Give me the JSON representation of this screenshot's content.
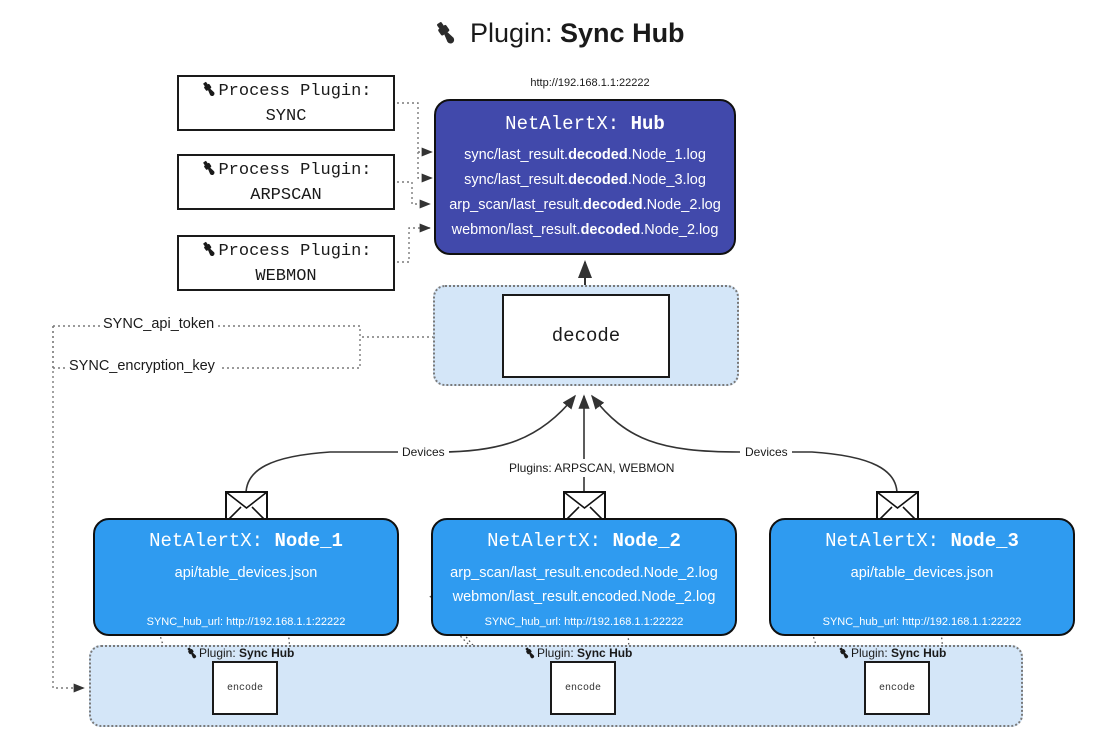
{
  "title": {
    "icon": "plug-icon",
    "label": "Plugin:",
    "value": "Sync Hub"
  },
  "hub": {
    "url": "http://192.168.1.1:22222",
    "header_prefix": "NetAlertX:",
    "header_name": "Hub",
    "logs": [
      {
        "pre": "sync/last_result.",
        "mid": "decoded",
        "post": ".Node_1.log"
      },
      {
        "pre": "sync/last_result.",
        "mid": "decoded",
        "post": ".Node_3.log"
      },
      {
        "pre": "arp_scan/last_result.",
        "mid": "decoded",
        "post": ".Node_2.log"
      },
      {
        "pre": "webmon/last_result.",
        "mid": "decoded",
        "post": ".Node_2.log"
      }
    ]
  },
  "process_plugins": [
    {
      "line1": "Process Plugin:",
      "line2": "SYNC",
      "icon": "plug-icon"
    },
    {
      "line1": "Process Plugin:",
      "line2": "ARPSCAN",
      "icon": "plug-icon"
    },
    {
      "line1": "Process Plugin:",
      "line2": "WEBMON",
      "icon": "plug-icon"
    }
  ],
  "decode": {
    "label": "decode"
  },
  "keys": [
    {
      "label": "SYNC_api_token"
    },
    {
      "label": "SYNC_encryption_key"
    }
  ],
  "edge_labels": {
    "devices_left": "Devices",
    "devices_right": "Devices",
    "plugins_center": "Plugins: ARPSCAN, WEBMON"
  },
  "nodes": [
    {
      "header_prefix": "NetAlertX:",
      "header_name": "Node_1",
      "lines": [
        "api/table_devices.json"
      ],
      "footer": "SYNC_hub_url: http://192.168.1.1:22222",
      "envelope_icon": "envelope-icon"
    },
    {
      "header_prefix": "NetAlertX:",
      "header_name": "Node_2",
      "lines": [
        "arp_scan/last_result.encoded.Node_2.log",
        "webmon/last_result.encoded.Node_2.log"
      ],
      "footer": "SYNC_hub_url: http://192.168.1.1:22222",
      "envelope_icon": "envelope-icon"
    },
    {
      "header_prefix": "NetAlertX:",
      "header_name": "Node_3",
      "lines": [
        "api/table_devices.json"
      ],
      "footer": "SYNC_hub_url: http://192.168.1.1:22222",
      "envelope_icon": "envelope-icon"
    }
  ],
  "encoders": [
    {
      "caption_label": "Plugin:",
      "caption_value": "Sync Hub",
      "box_label": "encode",
      "icon": "plug-icon"
    },
    {
      "caption_label": "Plugin:",
      "caption_value": "Sync Hub",
      "box_label": "encode",
      "icon": "plug-icon"
    },
    {
      "caption_label": "Plugin:",
      "caption_value": "Sync Hub",
      "box_label": "encode",
      "icon": "plug-icon"
    }
  ],
  "colors": {
    "hub_fill": "#4149ab",
    "node_fill": "#2f9bf0",
    "group_fill": "#d4e6f8",
    "stroke": "#101010",
    "dotted": "#7a7a7a",
    "background": "#ffffff"
  }
}
